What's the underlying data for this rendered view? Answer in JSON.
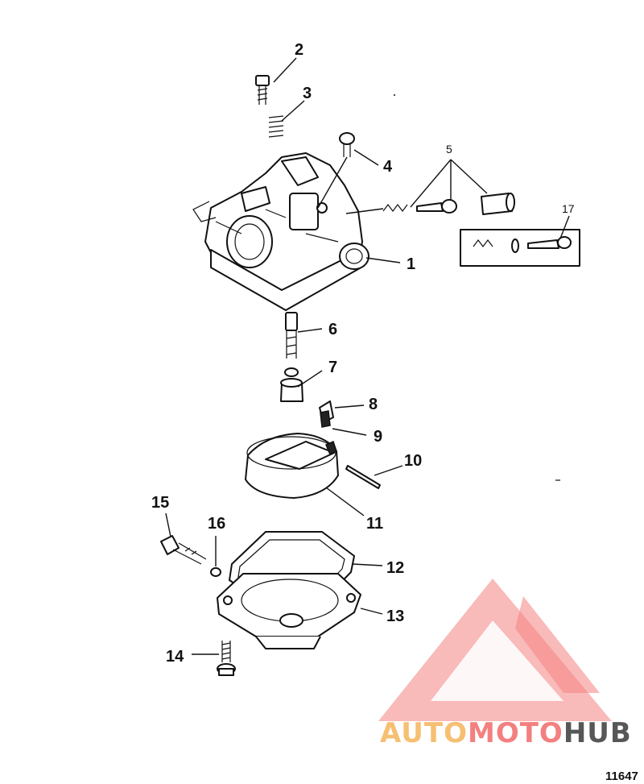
{
  "callouts": {
    "c1": "1",
    "c2": "2",
    "c3": "3",
    "c4": "4",
    "c5": "5",
    "c6": "6",
    "c7": "7",
    "c8": "8",
    "c9": "9",
    "c10": "10",
    "c11": "11",
    "c12": "12",
    "c13": "13",
    "c14": "14",
    "c15": "15",
    "c16": "16",
    "c17": "17"
  },
  "figure_number": "11647",
  "watermark": {
    "part1": "AUTO",
    "part2": "MOTO",
    "part3": "HUB",
    "color_primary": "#f26b6b",
    "color_secondary": "#f5b45a",
    "color_dark": "#3a3a3a"
  }
}
